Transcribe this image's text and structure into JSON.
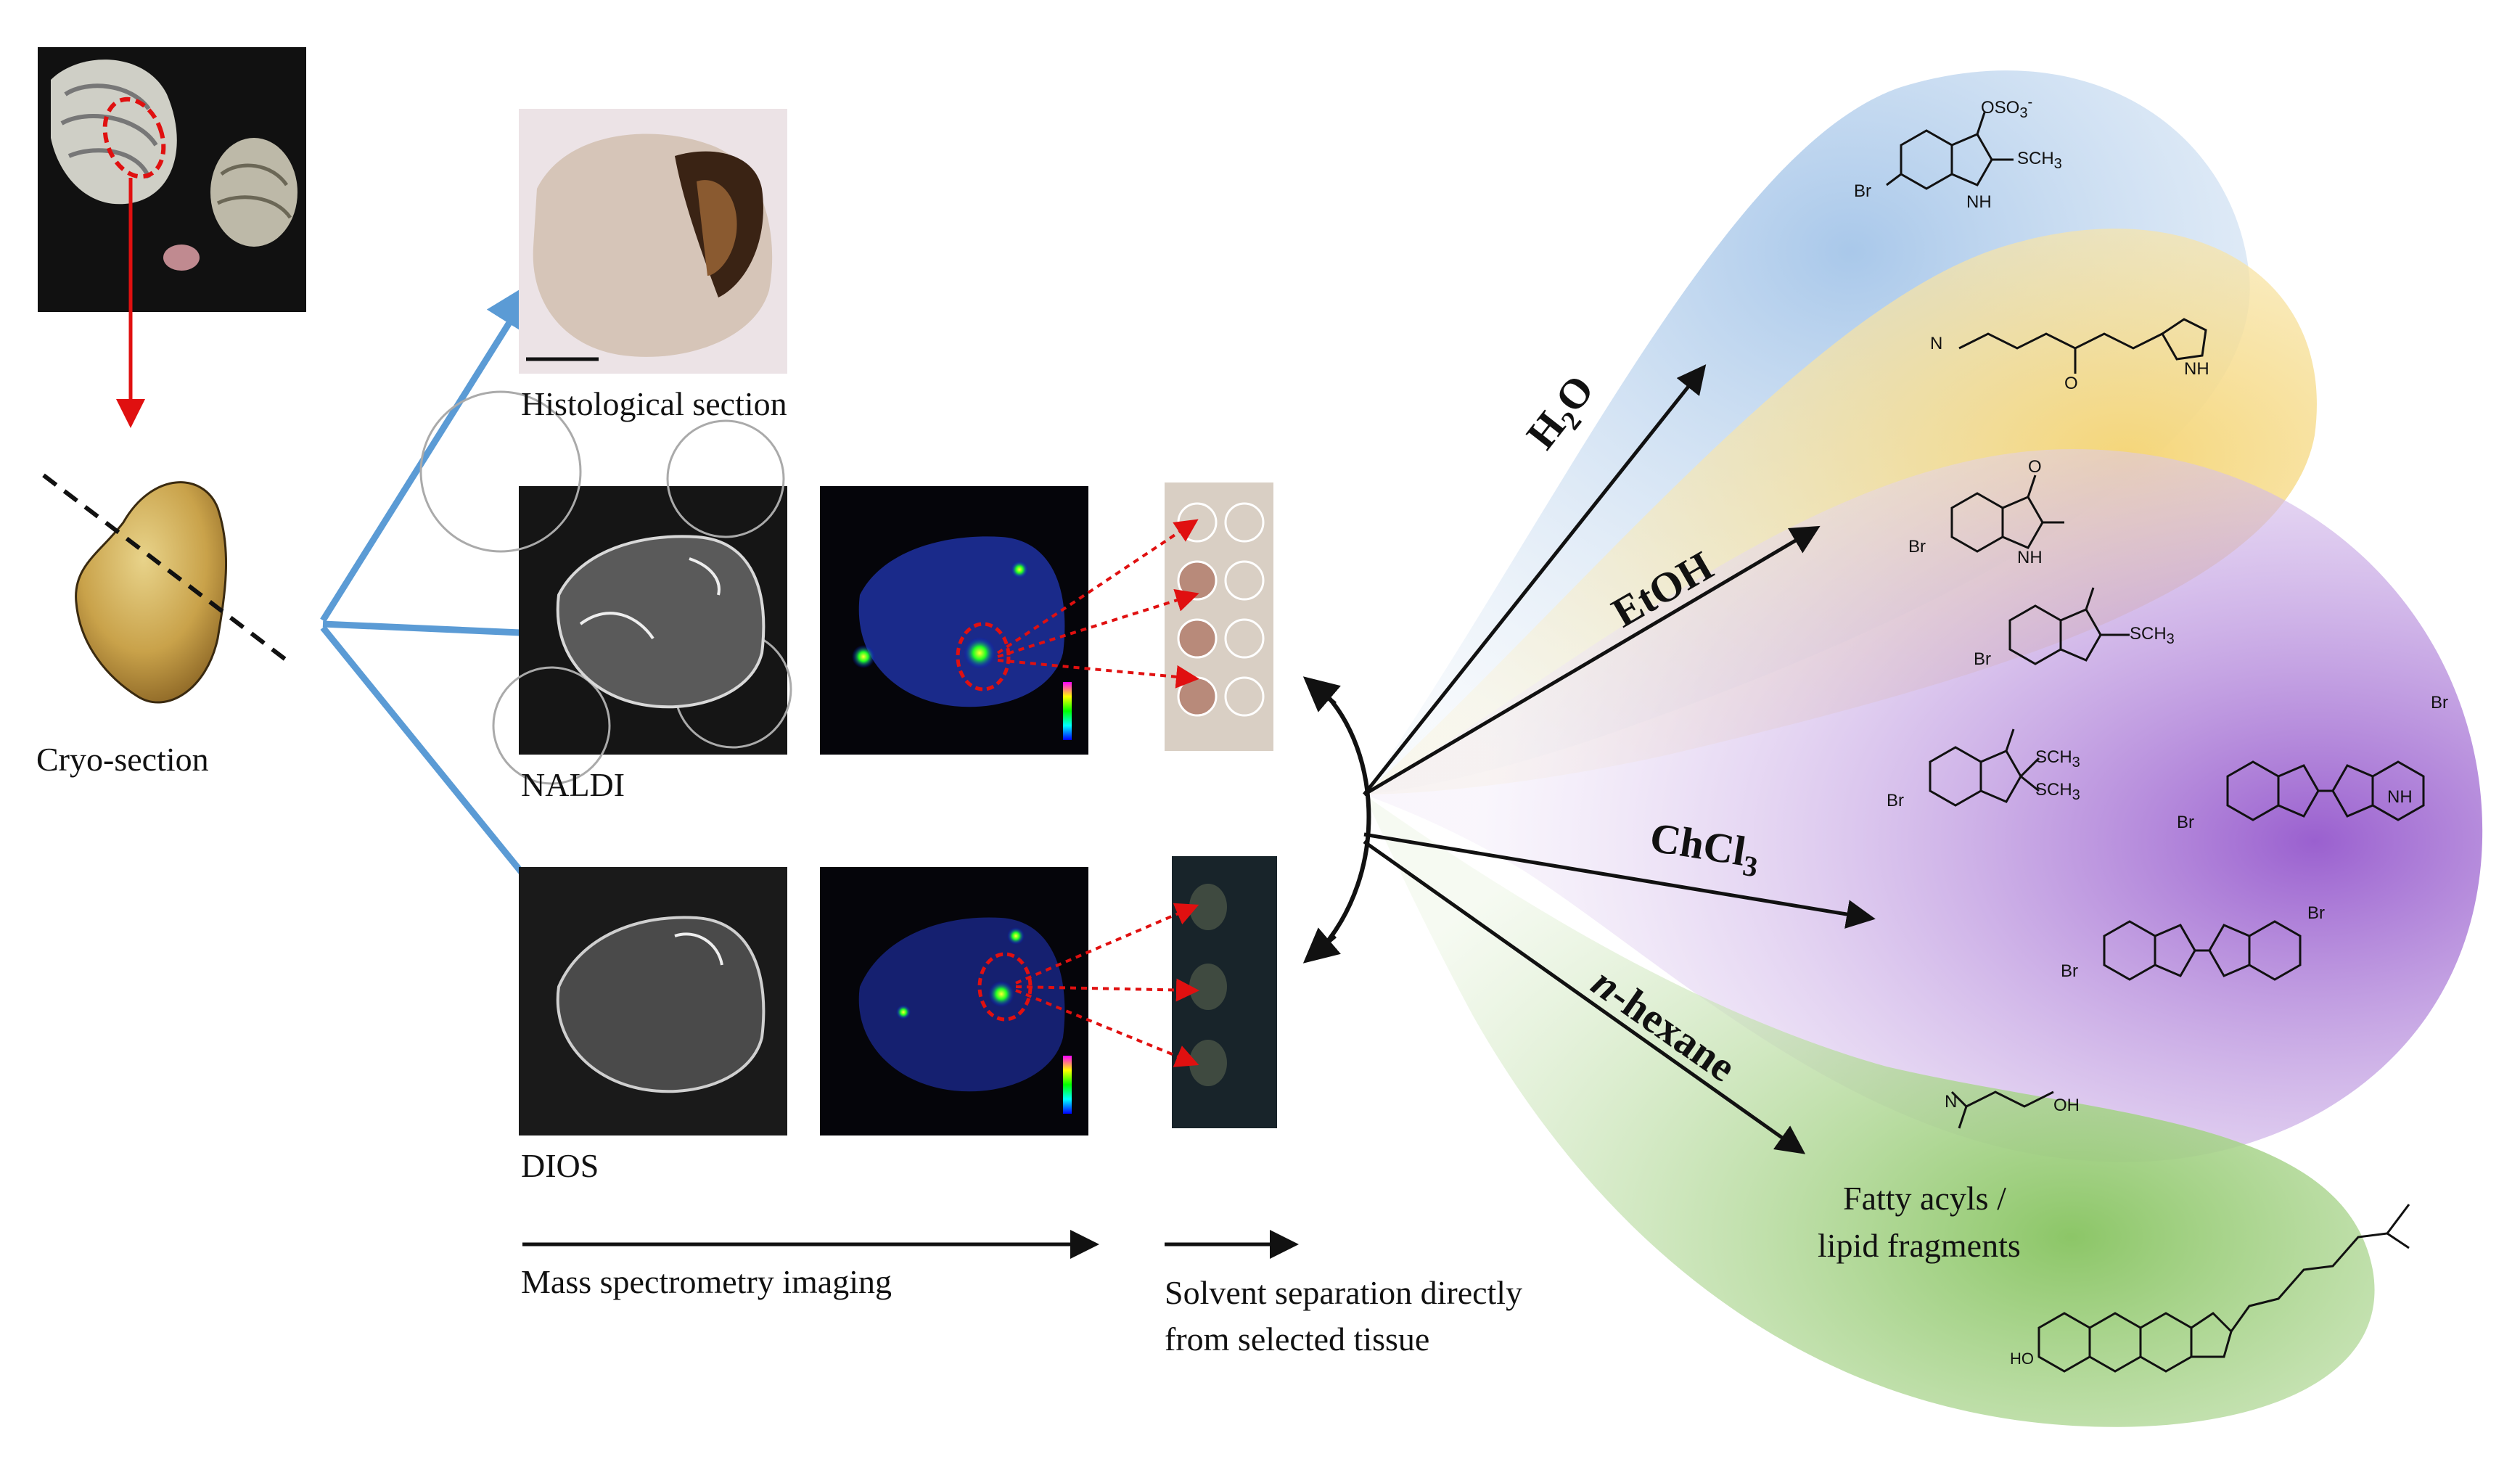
{
  "labels": {
    "histological": "Histological section",
    "cryo": "Cryo-section",
    "naldi": "NALDI",
    "dios": "DIOS",
    "msi": "Mass spectrometry imaging",
    "solvent_sep": "Solvent separation directly from selected tissue"
  },
  "solvents": {
    "water": "H",
    "water_sub": "2",
    "water_tail": "O",
    "ethanol": "EtOH",
    "chloroform": "ChCl",
    "chloroform_sub": "3",
    "hexane_italic": "n",
    "hexane": "-hexane"
  },
  "petal_text": {
    "fatty_acyls": "Fatty acyls /",
    "lipid_fragments": "lipid fragments"
  },
  "chem_labels": {
    "oso3": "OSO",
    "sch3": "SCH",
    "br": "Br",
    "nh": "NH",
    "n": "N",
    "h": "H",
    "o": "O",
    "oh": "OH",
    "ho": "HO"
  },
  "colors": {
    "blue_arrow": "#5b9bd5",
    "red_arrow": "#e01010",
    "petal_blue": "#c9dcf0",
    "petal_yellow": "#f6e4a4",
    "petal_purple": "#a678d4",
    "petal_green": "#9fce7a"
  }
}
